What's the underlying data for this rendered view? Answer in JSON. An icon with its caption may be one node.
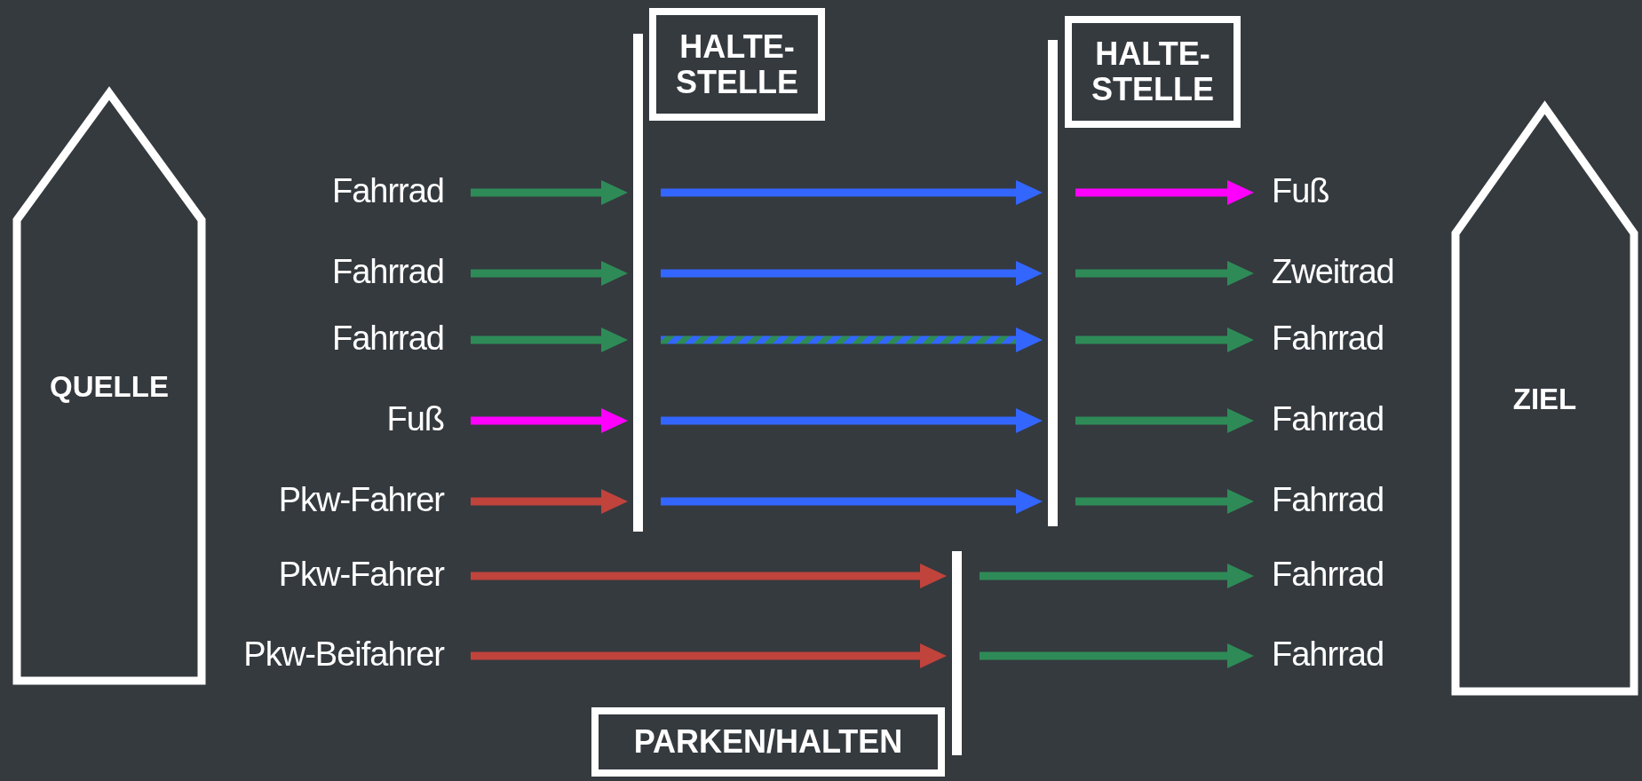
{
  "diagram": {
    "nodes": [
      {
        "text": [
          "QUELLE"
        ]
      },
      {
        "text": [
          "HALTE- STELLE"
        ]
      },
      {
        "text": [],
        "shape": "bar"
      },
      {
        "text": [
          "HALTE- STELLE"
        ]
      },
      {
        "text": [],
        "shape": "bar"
      },
      {
        "text": [
          "ZIEL"
        ]
      },
      {
        "text": [
          "PARKEN/HALTEN"
        ]
      },
      {
        "text": [],
        "shape": "bar"
      },
      {
        "text": [
          "Fahrrad"
        ]
      },
      {
        "text": [
          "Fahrrad"
        ]
      },
      {
        "text": [
          "Fahrrad"
        ]
      },
      {
        "text": [
          "Fuß"
        ]
      },
      {
        "text": [
          "Pkw-Fahrer"
        ]
      },
      {
        "text": [
          "Pkw-Fahrer"
        ]
      },
      {
        "text": [
          "Pkw-Beifahrer"
        ]
      },
      {
        "text": [
          "Fuß"
        ]
      },
      {
        "text": [
          "Zweitrad"
        ]
      },
      {
        "text": [
          "Fahrrad"
        ]
      },
      {
        "text": [
          "Fahrrad"
        ]
      },
      {
        "text": [
          "Fahrrad"
        ]
      },
      {
        "text": [
          "Fahrrad"
        ]
      },
      {
        "text": [
          "Fahrrad"
        ]
      }
    ],
    "edges": [
      {
        "from": 8,
        "to": 2,
        "arrow": "to"
      },
      {
        "from": 9,
        "to": 2,
        "arrow": "to"
      },
      {
        "from": 10,
        "to": 2,
        "arrow": "to"
      },
      {
        "from": 11,
        "to": 2,
        "arrow": "to",
        "color": "#ff00ff"
      },
      {
        "from": 12,
        "to": 2,
        "arrow": "to",
        "color": "#c0433c"
      },
      {
        "from": 2,
        "to": 4,
        "arrow": "to",
        "color": "#3366ff"
      },
      {
        "from": 2,
        "to": 4,
        "arrow": "to",
        "color": "#3366ff"
      },
      {
        "from": 2,
        "to": 4,
        "arrow": "to",
        "color": "#3366ff",
        "style": "dashed"
      },
      {
        "from": 2,
        "to": 4,
        "arrow": "to",
        "color": "#3366ff"
      },
      {
        "from": 2,
        "to": 4,
        "arrow": "to",
        "color": "#3366ff"
      },
      {
        "from": 4,
        "to": 15,
        "arrow": "to",
        "color": "#ff00ff"
      },
      {
        "from": 4,
        "to": 16,
        "arrow": "to"
      },
      {
        "from": 4,
        "to": 17,
        "arrow": "to"
      },
      {
        "from": 4,
        "to": 18,
        "arrow": "to"
      },
      {
        "from": 4,
        "to": 19,
        "arrow": "to"
      },
      {
        "from": 13,
        "to": 7,
        "arrow": "to",
        "color": "#c0433c"
      },
      {
        "from": 14,
        "to": 7,
        "arrow": "to",
        "color": "#c0433c"
      },
      {
        "from": 7,
        "to": 20,
        "arrow": "to"
      },
      {
        "from": 7,
        "to": 21,
        "arrow": "to"
      }
    ]
  }
}
